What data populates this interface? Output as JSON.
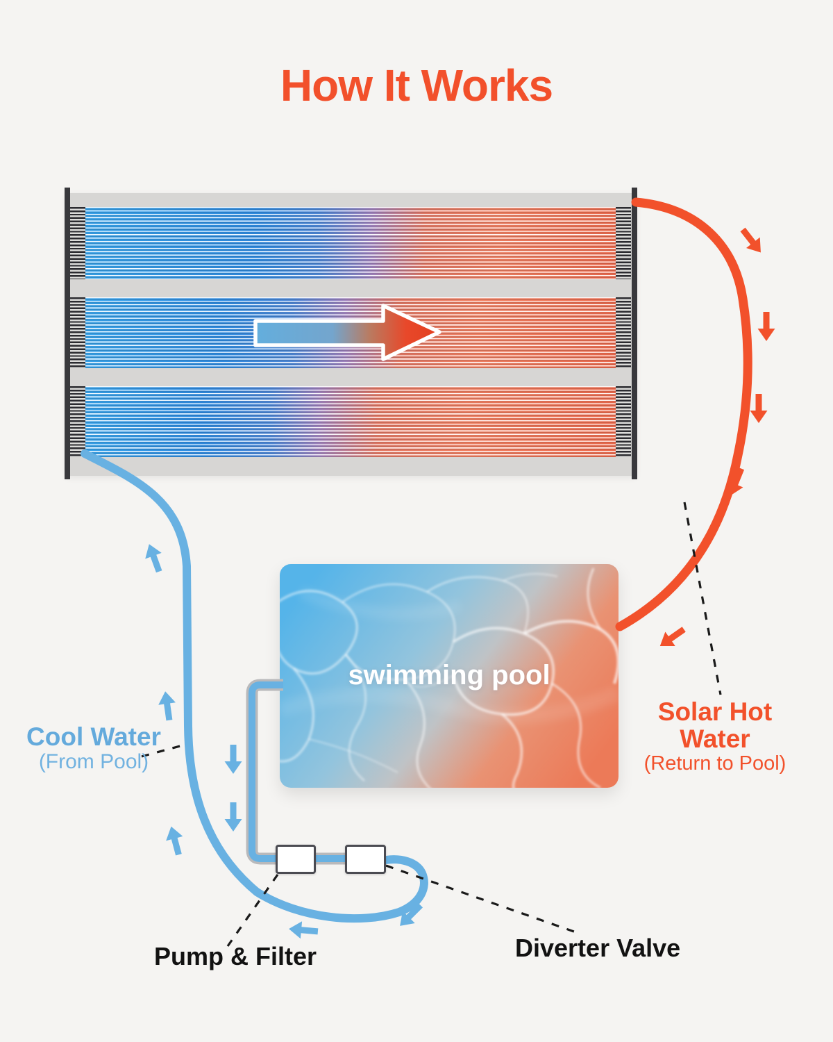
{
  "title": "How It Works",
  "panel": {
    "description": "solar collector with three tube rows, water heats from blue to red",
    "rows": 3
  },
  "pool": {
    "label": "swimming pool"
  },
  "labels": {
    "cool_water": {
      "title": "Cool Water",
      "subtitle": "(From Pool)"
    },
    "solar_hot_water": {
      "title": "Solar Hot Water",
      "subtitle": "(Return to Pool)"
    },
    "pump_filter": "Pump & Filter",
    "diverter_valve": "Diverter Valve"
  },
  "colors": {
    "background": "#f5f4f2",
    "accent_orange": "#f2512b",
    "pipe_blue": "#68b1e2",
    "label_blue": "#64aadc",
    "panel_gray": "#d7d6d4",
    "manifold_dark": "#38383c",
    "text_black": "#121212",
    "tube_cold": "#38a4ec",
    "tube_hot": "#ee6b4e",
    "pool_cold": "#55b4e9",
    "pool_hot": "#ec7a58"
  }
}
